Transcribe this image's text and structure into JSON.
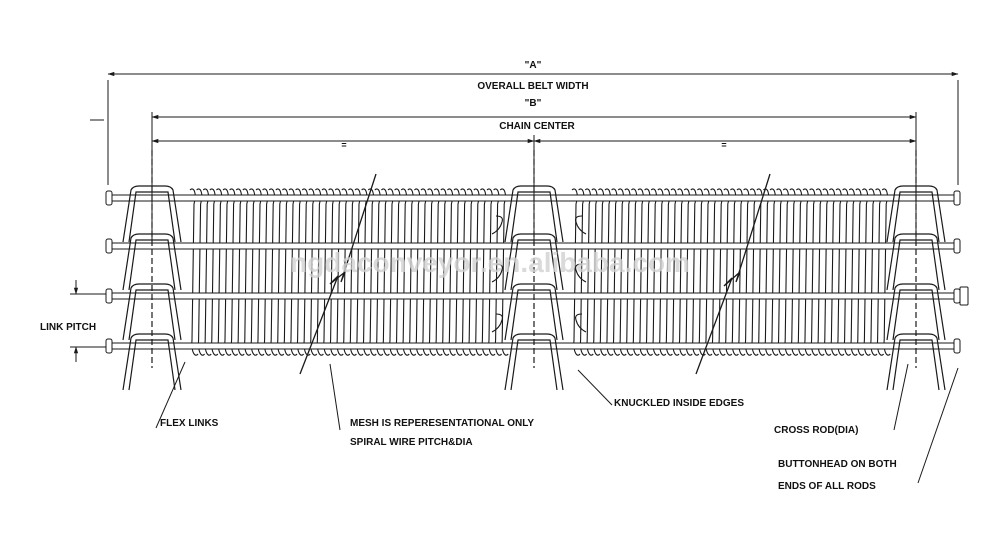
{
  "dimensions": {
    "a_label": "\"A\"",
    "overall_width": "OVERALL BELT WIDTH",
    "b_label": "\"B\"",
    "chain_center": "CHAIN CENTER",
    "equal_mark": "="
  },
  "callouts": {
    "link_pitch": "LINK PITCH",
    "flex_links": "FLEX LINKS",
    "mesh_line1": "MESH IS REPERESENTATIONAL ONLY",
    "mesh_line2": "SPIRAL WIRE PITCH&DIA",
    "knuckled": "KNUCKLED INSIDE EDGES",
    "cross_rod": "CROSS ROD(DIA)",
    "buttonhead_line1": "BUTTONHEAD ON BOTH",
    "buttonhead_line2": "ENDS OF ALL RODS"
  },
  "watermark": "ngdaconveyor.en.alibaba.com",
  "colors": {
    "line": "#1a1a1a",
    "watermark": "#d0d0d0"
  }
}
